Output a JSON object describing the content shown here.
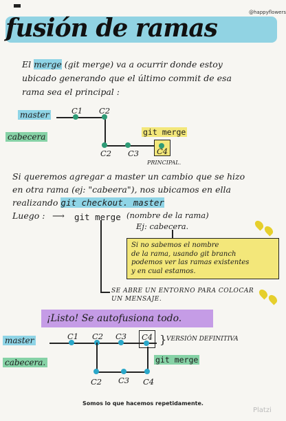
{
  "title": "fusión de ramas",
  "corner_tag": "@happyflowers",
  "intro": {
    "word_el": "El",
    "word_merge": "merge",
    "rest_line1": "(git merge) va a ocurrir donde estoy",
    "line2": "ubicado generando que el último commit de esa",
    "line3": "rama sea el principal :"
  },
  "diagram1": {
    "master": "master",
    "cabecera": "cabecera",
    "c1": "C1",
    "c2_top": "C2",
    "c2_bottom": "C2",
    "c3": "C3",
    "c4": "C4",
    "gitmerge": "git merge",
    "principal": "PRINCIPAL."
  },
  "para2": {
    "line1": "Si queremos agregar a master un cambio que se hizo",
    "line2": "en otra rama (ej: \"cabeera\"), nos ubicamos en ella",
    "line3_prefix": "realizando",
    "line3_code": "git checkout. master"
  },
  "luego": {
    "label": "Luego :",
    "arrow": "⟶",
    "cmd": "git merge",
    "paren": "(nombre de la rama)",
    "example": "Ej: cabecera."
  },
  "note": {
    "line1": "Si no sabemos el nombre",
    "line2": "de la rama, usando git branch",
    "line3": "podemos ver las ramas existentes",
    "line4": "y en cual estamos."
  },
  "editor_note": {
    "line1": "SE ABRE UN ENTORNO PARA COLOCAR",
    "line2": "UN MENSAJE."
  },
  "banner": "¡Listo! Se autofusiona todo.",
  "diagram2": {
    "master": "master",
    "cabecera": "cabecera.",
    "c1": "C1",
    "c2": "C2",
    "c3": "C3",
    "c4": "C4",
    "c2b": "C2",
    "c3b": "C3",
    "c4b": "C4",
    "version": "VERSIÓN DEFINITIVA",
    "gitmerge": "git merge"
  },
  "footer": "Somos lo que hacemos repetidamente.",
  "brand": "Platzi",
  "colors": {
    "blue": "#8fd4e6",
    "green": "#86d2a6",
    "yellow": "#f3e77a",
    "purple": "#c59ce6"
  }
}
